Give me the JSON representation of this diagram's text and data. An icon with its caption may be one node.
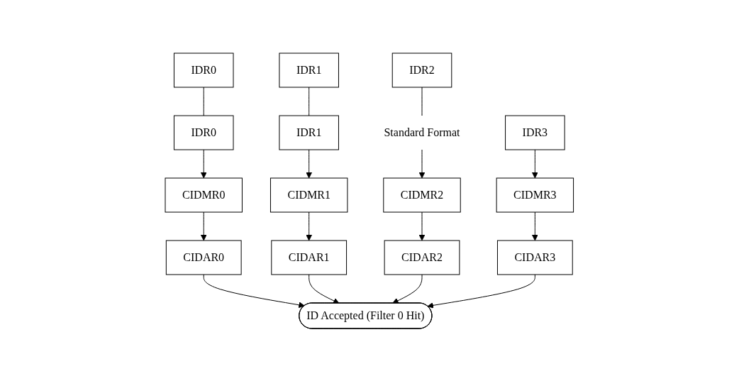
{
  "diagram": {
    "nodes": [
      {
        "text": [
          "IDR0"
        ]
      },
      {
        "text": [
          "IDR1"
        ]
      },
      {
        "text": [
          "IDR2"
        ]
      },
      {
        "text": [
          "IDR3"
        ]
      },
      {
        "text": [
          "IDR0"
        ]
      },
      {
        "text": [
          "IDR1"
        ]
      },
      {
        "text": [
          "Standard Format"
        ]
      },
      {
        "text": [
          "CIDMR0"
        ]
      },
      {
        "text": [
          "CIDMR1"
        ]
      },
      {
        "text": [
          "CIDMR2"
        ]
      },
      {
        "text": [
          "CIDMR3"
        ]
      },
      {
        "text": [
          "CIDAR0"
        ]
      },
      {
        "text": [
          "CIDAR1"
        ]
      },
      {
        "text": [
          "CIDAR2"
        ]
      },
      {
        "text": [
          "CIDAR3"
        ]
      },
      {
        "text": [
          "ID Accepted (Filter 0 Hit)"
        ]
      }
    ],
    "edges": [
      {
        "from": 0,
        "to": 4,
        "arrow": "none"
      },
      {
        "from": 1,
        "to": 5,
        "arrow": "none"
      },
      {
        "from": 2,
        "to": 6,
        "arrow": "none"
      },
      {
        "from": 3,
        "to": 10,
        "arrow": "to"
      },
      {
        "from": 4,
        "to": 7,
        "arrow": "to"
      },
      {
        "from": 5,
        "to": 8,
        "arrow": "to"
      },
      {
        "from": 6,
        "to": 9,
        "arrow": "to"
      },
      {
        "from": 7,
        "to": 11,
        "arrow": "to"
      },
      {
        "from": 8,
        "to": 12,
        "arrow": "to"
      },
      {
        "from": 9,
        "to": 13,
        "arrow": "to"
      },
      {
        "from": 10,
        "to": 14,
        "arrow": "to"
      },
      {
        "from": 11,
        "to": 15,
        "arrow": "to"
      },
      {
        "from": 12,
        "to": 15,
        "arrow": "to"
      },
      {
        "from": 13,
        "to": 15,
        "arrow": "to"
      },
      {
        "from": 14,
        "to": 15,
        "arrow": "to"
      }
    ]
  }
}
